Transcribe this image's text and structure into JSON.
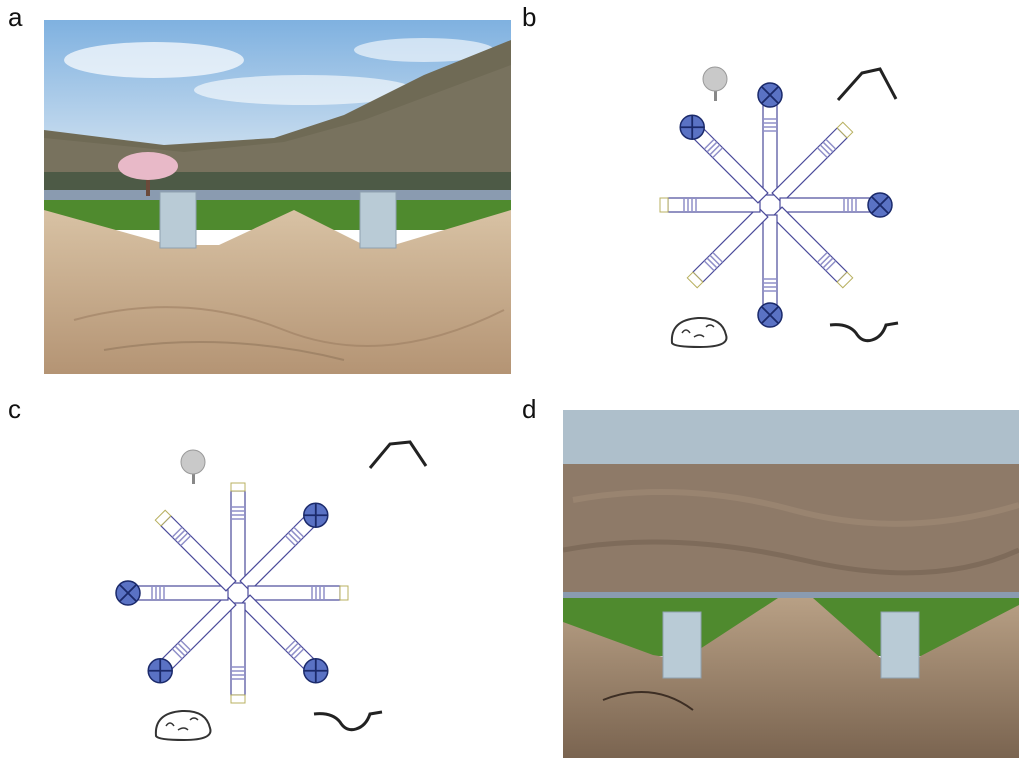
{
  "panels": {
    "a": {
      "label": "a",
      "kind": "virtual-environment-view"
    },
    "b": {
      "label": "b",
      "kind": "radial-arm-maze-map",
      "baited_arms": [
        0,
        2,
        4,
        7
      ]
    },
    "c": {
      "label": "c",
      "kind": "radial-arm-maze-map",
      "baited_arms": [
        1,
        3,
        5,
        6
      ]
    },
    "d": {
      "label": "d",
      "kind": "virtual-environment-view"
    }
  },
  "landmarks": [
    "tree-icon",
    "rock-icon",
    "ridge-line-icon",
    "wave-line-icon"
  ],
  "colors": {
    "sky": "#a9cbe8",
    "grass": "#4f8a2e",
    "ground": "#c8ad8c",
    "arm_outline": "#4a4a9a",
    "food_marker": "#5a72c4",
    "pillar": "#b9cbd6"
  }
}
